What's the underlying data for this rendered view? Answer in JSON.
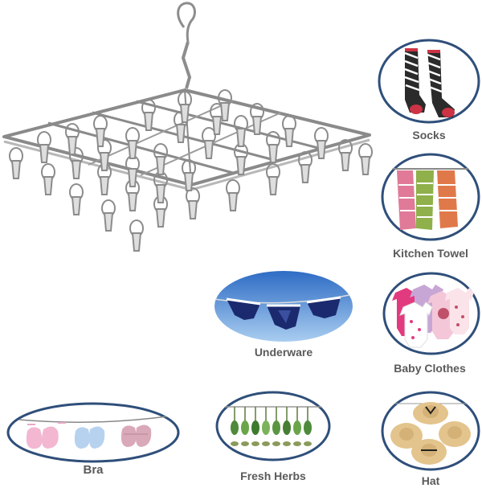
{
  "product": {
    "name": "",
    "clip_count": 36
  },
  "uses": [
    {
      "key": "socks",
      "label": "Socks"
    },
    {
      "key": "kitchen_towel",
      "label": "Kitchen Towel"
    },
    {
      "key": "underware",
      "label": "Underware"
    },
    {
      "key": "baby_clothes",
      "label": "Baby Clothes"
    },
    {
      "key": "bra",
      "label": "Bra"
    },
    {
      "key": "fresh_herbs",
      "label": "Fresh Herbs"
    },
    {
      "key": "hat",
      "label": "Hat"
    }
  ],
  "colors": {
    "label_text": "#5a5a5a",
    "oval_ring": "#2f4f7a",
    "sky_blue": "#3f7fd0",
    "metal": "#9a9a9a"
  }
}
